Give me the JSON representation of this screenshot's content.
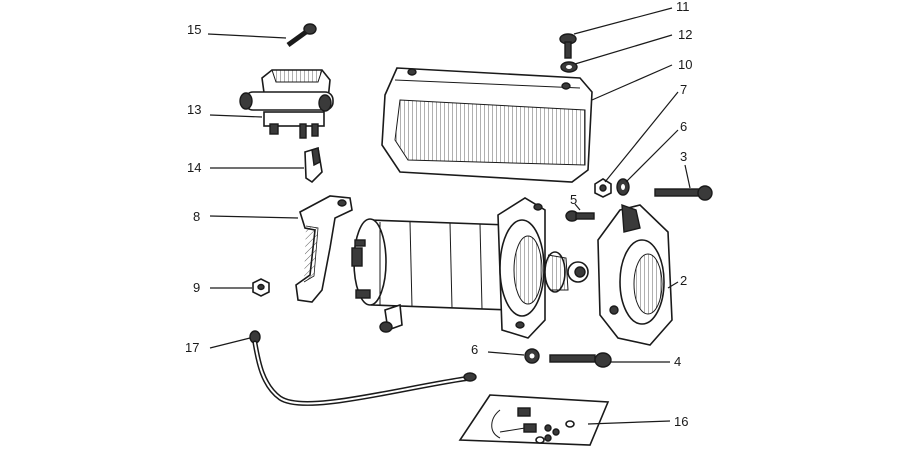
{
  "callouts": [
    {
      "id": "c1",
      "label": "11"
    },
    {
      "id": "c2",
      "label": "12"
    },
    {
      "id": "c3",
      "label": "10"
    },
    {
      "id": "c4",
      "label": "7"
    },
    {
      "id": "c5",
      "label": "6"
    },
    {
      "id": "c6",
      "label": "3"
    },
    {
      "id": "c7",
      "label": "5"
    },
    {
      "id": "c8",
      "label": "2"
    },
    {
      "id": "c9",
      "label": "4"
    },
    {
      "id": "c10",
      "label": "6"
    },
    {
      "id": "c11",
      "label": "16"
    },
    {
      "id": "c12",
      "label": "15"
    },
    {
      "id": "c13",
      "label": "13"
    },
    {
      "id": "c14",
      "label": "14"
    },
    {
      "id": "c15",
      "label": "8"
    },
    {
      "id": "c16",
      "label": "9"
    },
    {
      "id": "c17",
      "label": "17"
    }
  ],
  "colors": {
    "ink": "#1a1a1a",
    "background": "#ffffff",
    "shade": "#3a3a3a"
  }
}
